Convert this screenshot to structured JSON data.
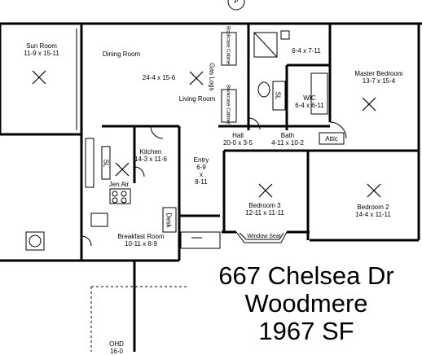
{
  "rooms": {
    "sun_room": {
      "name": "Sun Room",
      "dims": "11-9 x 15-11"
    },
    "dining_room": {
      "name": "Dining Room"
    },
    "living_room": {
      "name": "Living Room",
      "dims": "24-4 x 15-6"
    },
    "gas_logs": {
      "name": "Gas Logs"
    },
    "bookcase_cabinet_top": {
      "name": "Bookcase Cabinet"
    },
    "bookcase_cabinet_bottom": {
      "name": "Bookcase Cabinet"
    },
    "closet_top": {
      "dims": "6-4 x 7-11"
    },
    "master_bedroom": {
      "name": "Master Bedroom",
      "dims": "13-7 x 15-4"
    },
    "wic": {
      "name": "WIC",
      "dims": "6-4 x 6-11"
    },
    "hall": {
      "name": "Hall",
      "dims": "20-0 x 3-5"
    },
    "bath": {
      "name": "Bath",
      "dims": "4-11 x 10-2"
    },
    "attic": {
      "name": "Attic"
    },
    "kitchen": {
      "name": "Kitchen",
      "dims": "14-3 x 11-6"
    },
    "jen_air": {
      "name": "Jen Air"
    },
    "entry": {
      "name": "Entry",
      "dims_a": "6-9",
      "dims_x": "x",
      "dims_b": "8-11"
    },
    "bedroom3": {
      "name": "Bedroom 3",
      "dims": "12-11 x 11-11"
    },
    "bedroom2": {
      "name": "Bedroom 2",
      "dims": "14-4 x 11-11"
    },
    "desk": {
      "name": "Desk"
    },
    "breakfast_room": {
      "name": "Breakfast Room",
      "dims": "10-11 x 8-9"
    },
    "window_seat": {
      "name": "Window Seat"
    },
    "sl_kitchen": {
      "name": "SL"
    },
    "sl_bath": {
      "name": "SL"
    },
    "ohd": {
      "name": "OHD",
      "dims": "16-0"
    },
    "p_marker": {
      "name": "P"
    }
  },
  "title_block": {
    "address": "667 Chelsea Dr",
    "area": "Woodmere",
    "sqft": "1967 SF"
  }
}
